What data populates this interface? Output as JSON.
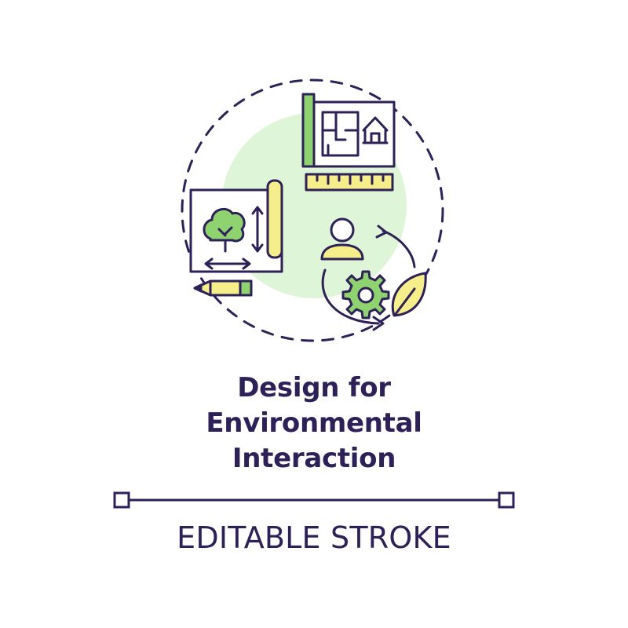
{
  "title_lines": [
    "Design for",
    "Environmental",
    "Interaction"
  ],
  "footer_label": "EDITABLE STROKE",
  "icons": {
    "blueprint_house": "floor-plan-and-house-icon",
    "ruler": "ruler-icon",
    "landscape_plan": "tree-landscape-plan-icon",
    "pencil": "pencil-icon",
    "user": "user-icon",
    "gear": "gear-icon",
    "leaf": "leaf-icon",
    "cycle_arrows": "cycle-arrows-icon"
  },
  "colors": {
    "outline": "#2e2157",
    "green": "#8ed36f",
    "yellow": "#f6ee8a",
    "mint_circle": "#dff5d8",
    "background": "#ffffff"
  }
}
